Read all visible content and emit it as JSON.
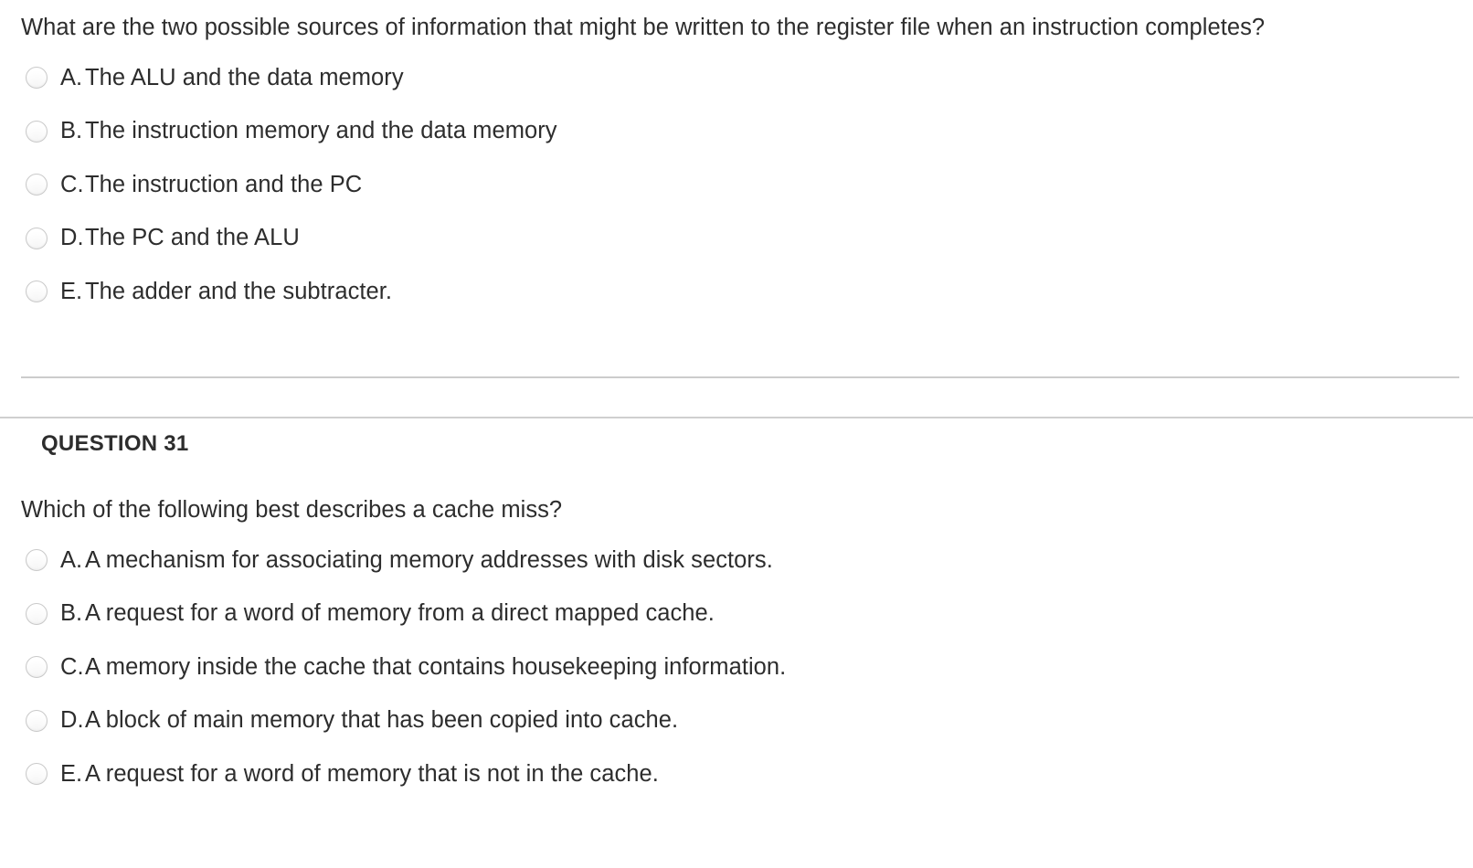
{
  "page": {
    "background_color": "#ffffff",
    "text_color": "#2d2d2d",
    "divider_color": "#cccccc"
  },
  "questions": [
    {
      "header": "",
      "prompt": "What are the two possible sources of information that might be written to the register file when an instruction completes?",
      "options": [
        {
          "letter": "A.",
          "text": "The ALU and the data memory",
          "selected": false
        },
        {
          "letter": "B.",
          "text": "The instruction memory and the data memory",
          "selected": false
        },
        {
          "letter": "C.",
          "text": "The instruction and the PC",
          "selected": false
        },
        {
          "letter": "D.",
          "text": "The PC and the ALU",
          "selected": false
        },
        {
          "letter": "E.",
          "text": "The adder and the subtracter.",
          "selected": false
        }
      ]
    },
    {
      "header": "QUESTION 31",
      "prompt": "Which of the following best describes a cache miss?",
      "options": [
        {
          "letter": "A.",
          "text": "A mechanism for associating memory addresses with disk sectors.",
          "selected": false
        },
        {
          "letter": "B.",
          "text": "A request for a word of memory from a direct mapped cache.",
          "selected": false
        },
        {
          "letter": "C.",
          "text": "A memory inside the cache that contains housekeeping information.",
          "selected": false
        },
        {
          "letter": "D.",
          "text": "A block of main memory that has been copied into cache.",
          "selected": false
        },
        {
          "letter": "E.",
          "text": "A request for a word of memory that is not in the cache.",
          "selected": false
        }
      ]
    }
  ]
}
